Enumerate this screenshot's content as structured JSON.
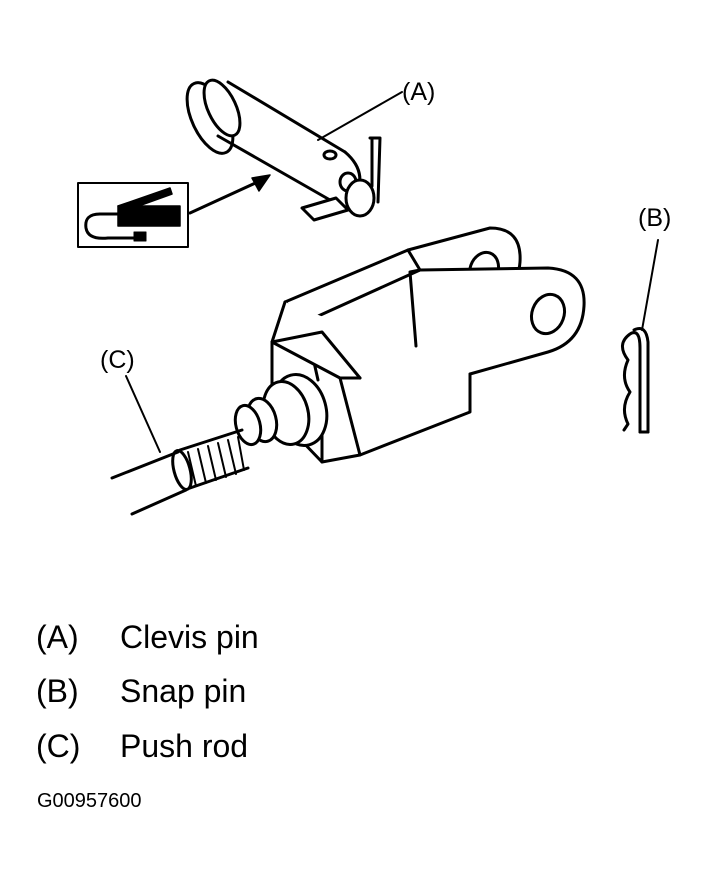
{
  "callouts": {
    "a": "(A)",
    "b": "(B)",
    "c": "(C)"
  },
  "legend": [
    {
      "key": "(A)",
      "text": "Clevis pin"
    },
    {
      "key": "(B)",
      "text": "Snap pin"
    },
    {
      "key": "(C)",
      "text": "Push rod"
    }
  ],
  "figure_code": "G00957600",
  "colors": {
    "ink": "#000000",
    "paper": "#ffffff"
  },
  "icons": [
    "grease-gun-icon"
  ]
}
